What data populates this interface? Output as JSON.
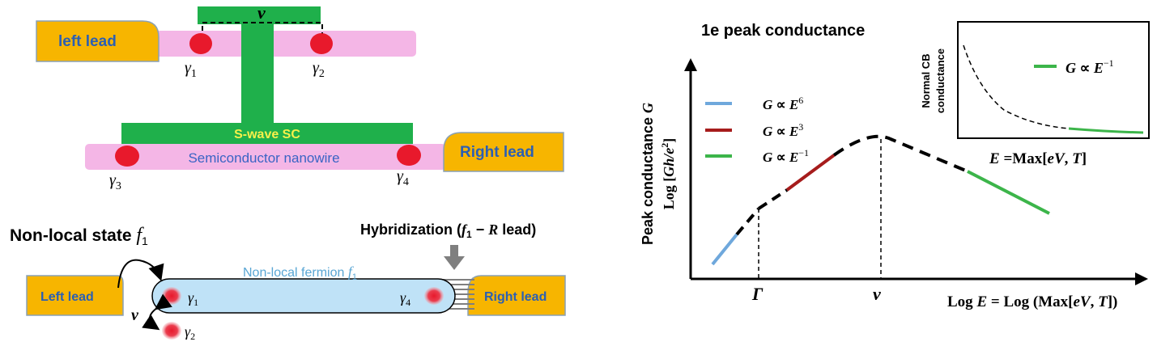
{
  "top_device": {
    "nu": "ν",
    "left_lead": "left lead",
    "gamma1": "γ",
    "gamma1_sub": "1",
    "gamma2": "γ",
    "gamma2_sub": "2",
    "swave": "S-wave SC",
    "nanowire": "Semiconductor nanowire",
    "right_lead": "Right lead",
    "gamma3": "γ",
    "gamma3_sub": "3",
    "gamma4": "γ",
    "gamma4_sub": "4"
  },
  "bottom_device": {
    "title_text": "Non-local state ",
    "title_f": "f",
    "title_f_sub": "1",
    "hybrid_pre": "Hybridization (",
    "hybrid_math": "f",
    "hybrid_math_sub": "1",
    "hybrid_minus": " − ",
    "hybrid_R": "R",
    "hybrid_post": " lead)",
    "left_lead": "Left lead",
    "right_lead": "Right lead",
    "fermion_label": "Non-local fermion ",
    "fermion_f": "f",
    "fermion_f_sub": "1",
    "gamma1": "γ",
    "gamma1_sub": "1",
    "gamma2": "γ",
    "gamma2_sub": "2",
    "gamma4": "γ",
    "gamma4_sub": "4",
    "nu": "ν"
  },
  "plot": {
    "title": "1e peak conductance",
    "ylabel_line1_text": "Peak conductance ",
    "ylabel_line1_G": "G",
    "ylabel_line2_pre": "Log [",
    "ylabel_line2_Gh": "Gh",
    "ylabel_line2_e": "/e",
    "ylabel_line2_exp": "2",
    "ylabel_line2_post": "]",
    "xlabel_pre": "Log ",
    "xlabel_E": "E",
    "xlabel_mid": " = Log (Max[",
    "xlabel_eV": "eV",
    "xlabel_comma": ", ",
    "xlabel_T": "T",
    "xlabel_post": "])",
    "tick_gamma": "Γ",
    "tick_nu": "ν",
    "legend": [
      {
        "G": "G",
        "prop": " ∝ ",
        "E": "E",
        "exp": "6",
        "color": "#6fa8dc"
      },
      {
        "G": "G",
        "prop": " ∝ ",
        "E": "E",
        "exp": "3",
        "color": "#a61c1c"
      },
      {
        "G": "G",
        "prop": " ∝ ",
        "E": "E",
        "exp": "−1",
        "color": "#3cb54a"
      }
    ],
    "inset": {
      "ylabel_line1": "Normal CB",
      "ylabel_line2": "conductance",
      "legend_G": "G",
      "legend_prop": " ∝ ",
      "legend_E": "E",
      "legend_exp": "−1",
      "legend_color": "#3cb54a",
      "xlabel_E": "E",
      "xlabel_mid": " =Max[",
      "xlabel_eV": "eV",
      "xlabel_comma": ", ",
      "xlabel_T": "T",
      "xlabel_post": "]"
    }
  },
  "colors": {
    "lead": "#f7b500",
    "nanowire": "#f4b6e6",
    "superconductor": "#1fb04b",
    "majorana": "#e8192c",
    "fermion": "#bfe2f7",
    "fermion_text": "#59a6d4",
    "nanowire_text": "#3a64c4",
    "label_blue": "#2b5fb3",
    "sc_text": "#f7f04a"
  }
}
